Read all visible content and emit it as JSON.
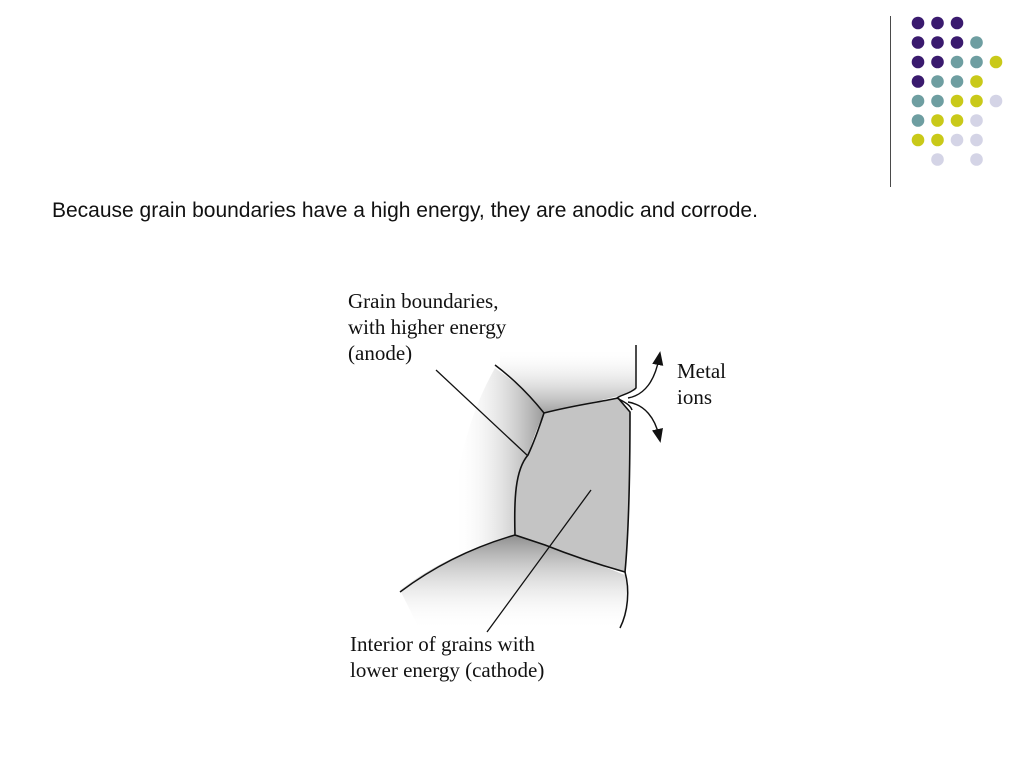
{
  "slide": {
    "bullet": "Because grain boundaries have a high energy, they are anodic and corrode.",
    "colors": {
      "purple": "#3a1a6e",
      "teal": "#6e9ea1",
      "yellow": "#c9c919",
      "lavender": "#d4d4e6",
      "divider": "#4a4a4a"
    }
  },
  "diagram": {
    "grain_boundary_label": [
      "Grain boundaries,",
      "with higher energy",
      "(anode)"
    ],
    "metal_ions_label": [
      "Metal",
      "ions"
    ],
    "interior_label": [
      "Interior of grains with",
      "lower energy (cathode)"
    ],
    "grain_fill": "#c4c4c4",
    "line_color": "#111111"
  }
}
